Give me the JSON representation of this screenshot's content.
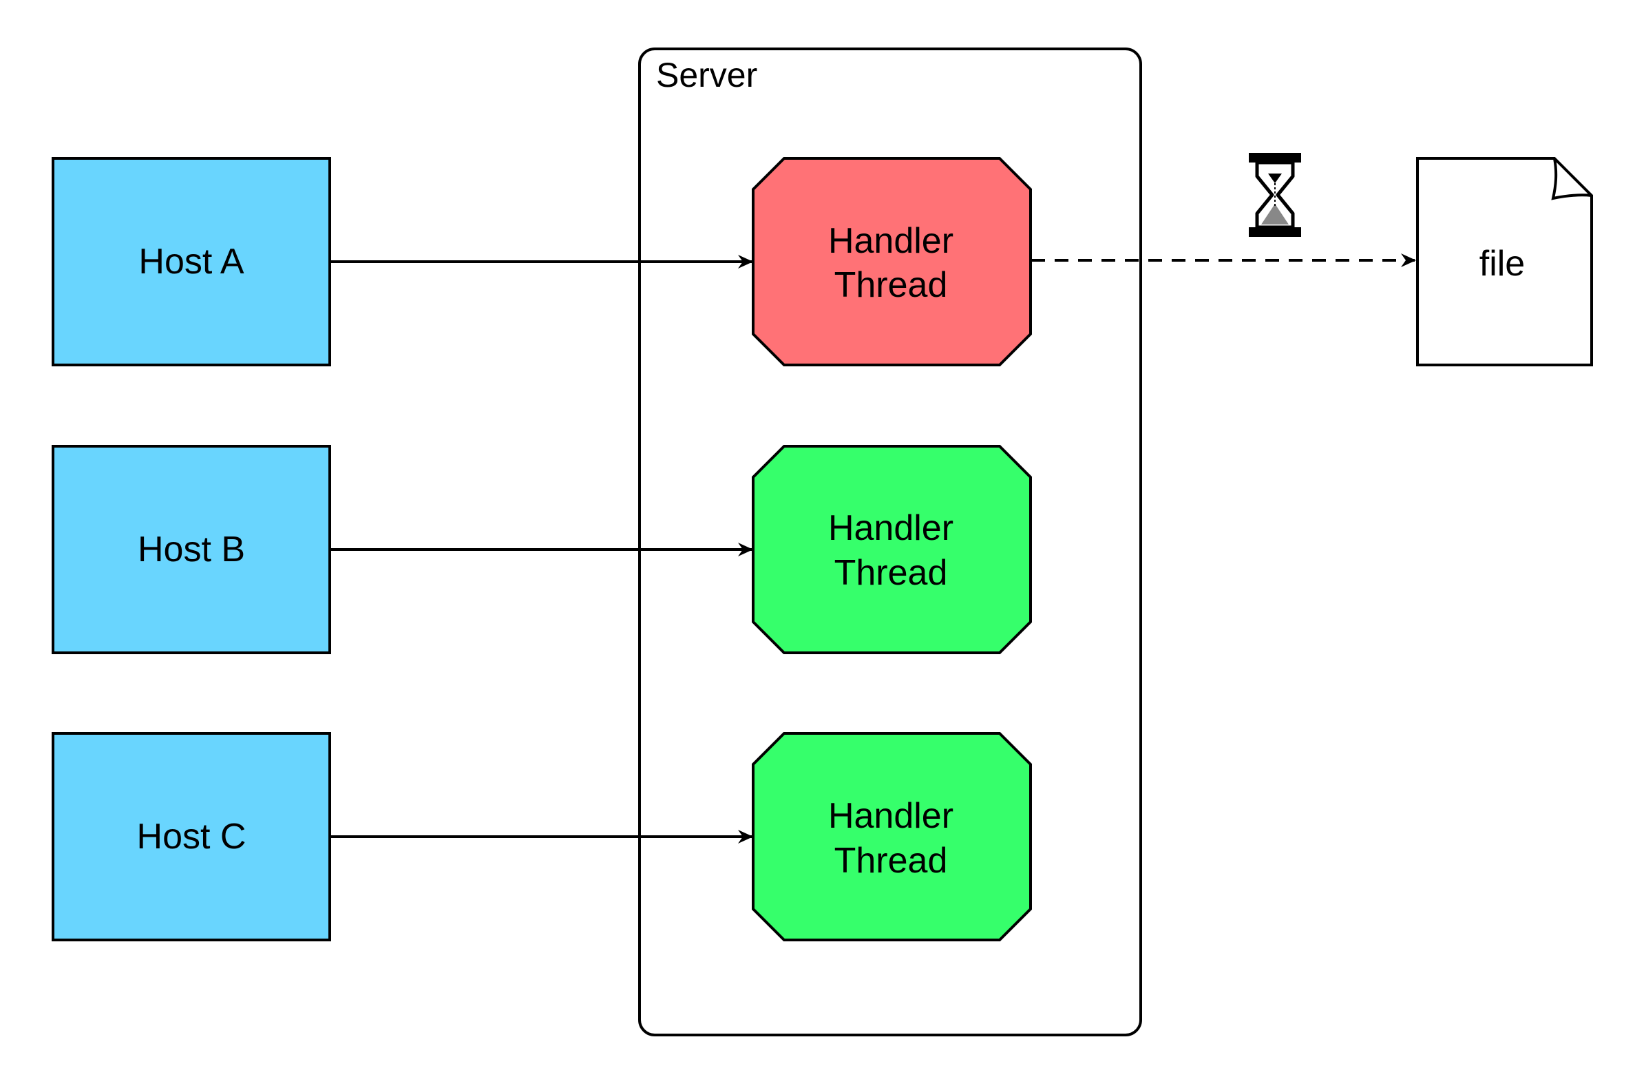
{
  "diagram": {
    "server": {
      "label": "Server"
    },
    "hosts": [
      {
        "label": "Host A"
      },
      {
        "label": "Host B"
      },
      {
        "label": "Host C"
      }
    ],
    "threads": [
      {
        "line1": "Handler",
        "line2": "Thread",
        "state": "blocked"
      },
      {
        "line1": "Handler",
        "line2": "Thread",
        "state": "running"
      },
      {
        "line1": "Handler",
        "line2": "Thread",
        "state": "running"
      }
    ],
    "file": {
      "label": "file"
    },
    "wait_indicator": {
      "icon": "hourglass-icon"
    }
  },
  "colors": {
    "host_fill": "#69D5FE",
    "thread_blocked_fill": "#FF7276",
    "thread_running_fill": "#36FF6B",
    "stroke": "#000000",
    "file_fill": "#FFFFFF"
  }
}
